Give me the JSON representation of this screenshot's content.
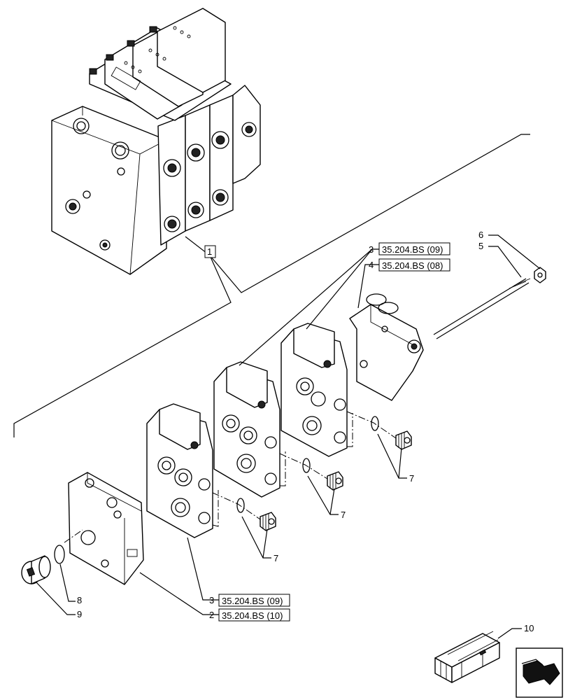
{
  "callouts": {
    "c1": "1",
    "c2": "2",
    "c3a": "3",
    "c3b": "3",
    "c4": "4",
    "c5": "5",
    "c6": "6",
    "c7a": "7",
    "c7b": "7",
    "c7c": "7",
    "c8": "8",
    "c9": "9",
    "c10": "10"
  },
  "references": {
    "r3_top": "35.204.BS (09)",
    "r4": "35.204.BS (08)",
    "r3_bottom": "35.204.BS (09)",
    "r2": "35.204.BS (10)"
  },
  "icons": [
    "kit-crate-icon",
    "next-page-arrow-icon"
  ]
}
